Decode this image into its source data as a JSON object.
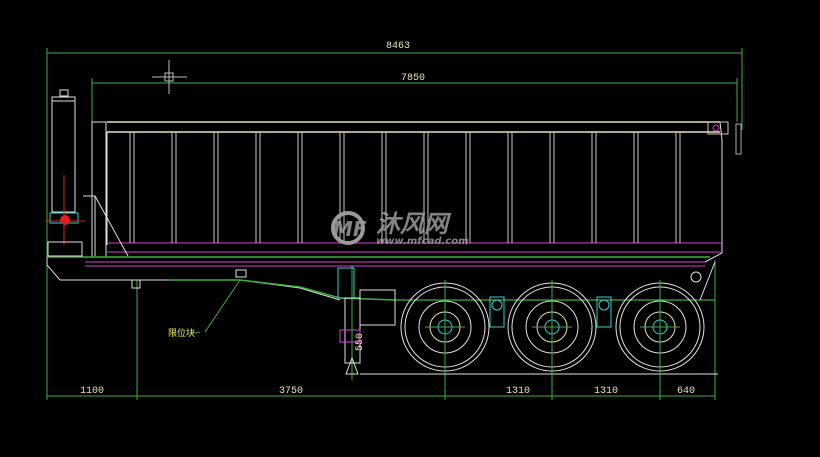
{
  "drawing": {
    "dimensions": {
      "overall_length": "8463",
      "body_length": "7850",
      "front_overhang": "1100",
      "kingpin_to_axle": "3750",
      "axle_spacing_1": "1310",
      "axle_spacing_2": "1310",
      "rear_overhang": "640",
      "landing_gear_height": "550"
    },
    "annotations": {
      "limit_block": "限位块"
    },
    "watermark": {
      "brand": "沐风网",
      "url": "www.mfcad.com"
    },
    "colors": {
      "background": "#000000",
      "dimension": "#3fae3f",
      "outline": "#e0e0e0",
      "body_rail": "#e8e4b0",
      "subframe": "#d040d0",
      "suspension": "#30d0d0",
      "hydraulic": "#e02020"
    }
  }
}
